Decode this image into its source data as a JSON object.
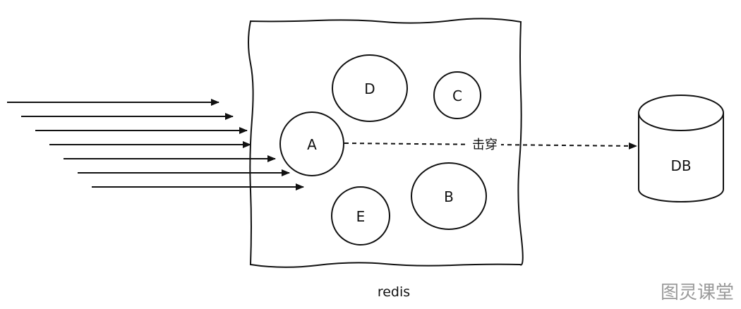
{
  "diagram": {
    "container": {
      "label": "redis"
    },
    "nodes": [
      {
        "id": "A",
        "label": "A"
      },
      {
        "id": "B",
        "label": "B"
      },
      {
        "id": "C",
        "label": "C"
      },
      {
        "id": "D",
        "label": "D"
      },
      {
        "id": "E",
        "label": "E"
      }
    ],
    "database": {
      "label": "DB"
    },
    "edge": {
      "from": "A",
      "to": "DB",
      "label": "击穿",
      "style": "dashed"
    },
    "incoming_requests": 7,
    "colors": {
      "stroke": "#111111",
      "background": "#ffffff",
      "watermark": "#9a9a9a"
    }
  },
  "watermark": {
    "text": "图灵课堂"
  }
}
